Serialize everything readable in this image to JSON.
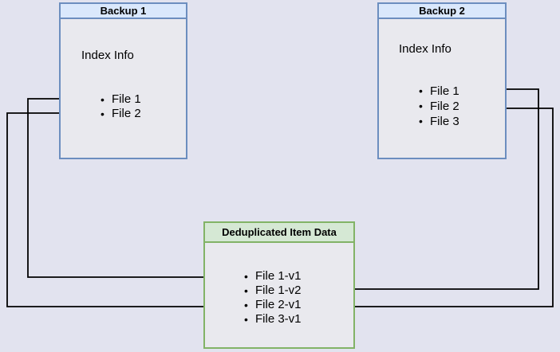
{
  "diagram": {
    "backup1": {
      "title": "Backup 1",
      "subtitle": "Index Info",
      "items": [
        "File 1",
        "File 2"
      ]
    },
    "backup2": {
      "title": "Backup 2",
      "subtitle": "Index Info",
      "items": [
        "File 1",
        "File 2",
        "File 3"
      ]
    },
    "dedup": {
      "title": "Deduplicated Item Data",
      "items": [
        "File 1-v1",
        "File 1-v2",
        "File 2-v1",
        "File 3-v1"
      ]
    },
    "edges": [
      {
        "from": "Backup 1 / File 1",
        "to": "Deduplicated Item Data / File 1-v1"
      },
      {
        "from": "Backup 1 / File 2",
        "to": "Deduplicated Item Data / File 2-v1"
      },
      {
        "from": "Backup 2 / File 1",
        "to": "Deduplicated Item Data / File 1-v2"
      },
      {
        "from": "Backup 2 / File 2",
        "to": "Deduplicated Item Data / File 2-v1"
      }
    ]
  },
  "glyphs": {
    "bullet": "•"
  },
  "colors": {
    "page_background": "#e2e3ef",
    "node_fill": "#e9e9ee",
    "blue_border": "#6c8ebf",
    "blue_header_fill": "#dae8fc",
    "green_border": "#82b366",
    "green_header_fill": "#d5e8d4",
    "arrow": "#000000",
    "text": "#000000"
  }
}
